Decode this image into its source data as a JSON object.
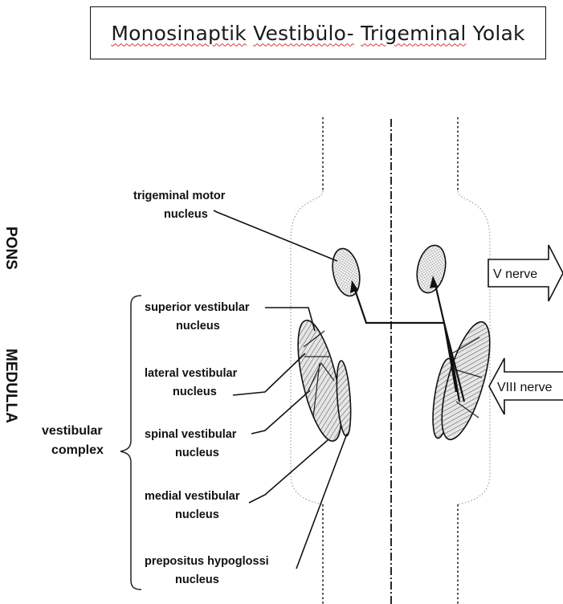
{
  "title": {
    "words": [
      "Monosinaptik",
      "Vestibülo-",
      "Trigeminal",
      "Yolak"
    ]
  },
  "regions": {
    "pons": "PONS",
    "medulla": "MEDULLA"
  },
  "labels": {
    "trigeminal_motor_line1": "trigeminal motor",
    "trigeminal_motor_line2": "nucleus",
    "superior_line1": "superior vestibular",
    "superior_line2": "nucleus",
    "lateral_line1": "lateral vestibular",
    "lateral_line2": "nucleus",
    "spinal_line1": "spinal vestibular",
    "spinal_line2": "nucleus",
    "medial_line1": "medial vestibular",
    "medial_line2": "nucleus",
    "prepositus_line1": "prepositus  hypoglossi",
    "prepositus_line2": "nucleus",
    "complex_line1": "vestibular",
    "complex_line2": "complex"
  },
  "nerves": {
    "v_nerve": "V nerve",
    "viii_nerve": "VIII nerve"
  }
}
